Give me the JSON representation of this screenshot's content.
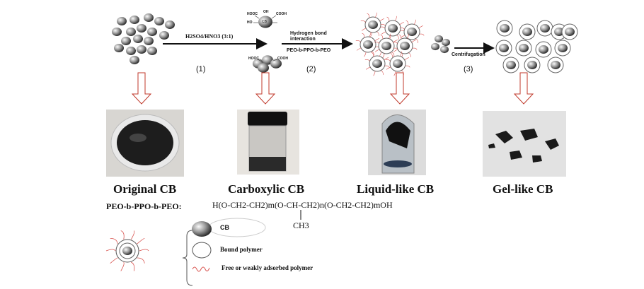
{
  "steps": {
    "step1_reagent": "H2SO4/HNO3 (3:1)",
    "step1_number": "(1)",
    "step2_text": "Hydrogen bond interaction",
    "step2_reagent": "PEO-b-PPO-b-PEO",
    "step2_number": "(2)",
    "step3_text": "Centrifugation",
    "step3_number": "(3)"
  },
  "groups": {
    "hooc": "HOOC",
    "cooh": "COOH",
    "oh": "OH",
    "ho": "HO",
    "cb": "CB"
  },
  "stages": [
    {
      "label": "Original CB"
    },
    {
      "label": "Carboxylic CB"
    },
    {
      "label": "Liquid-like CB"
    },
    {
      "label": "Gel-like CB"
    }
  ],
  "formula": {
    "name": "PEO-b-PPO-b-PEO:",
    "structure": "H(O-CH2-CH2)m(O-CH-CH2)n(O-CH2-CH2)mOH",
    "side_group": "CH3"
  },
  "legend": {
    "items": [
      {
        "label": "CB"
      },
      {
        "label": "Bound polymer"
      },
      {
        "label": "Free or weakly adsorbed polymer"
      }
    ]
  },
  "colors": {
    "arrow_outline": "#c0392b",
    "polymer_chain": "#d9534f",
    "particle": "#555555"
  }
}
